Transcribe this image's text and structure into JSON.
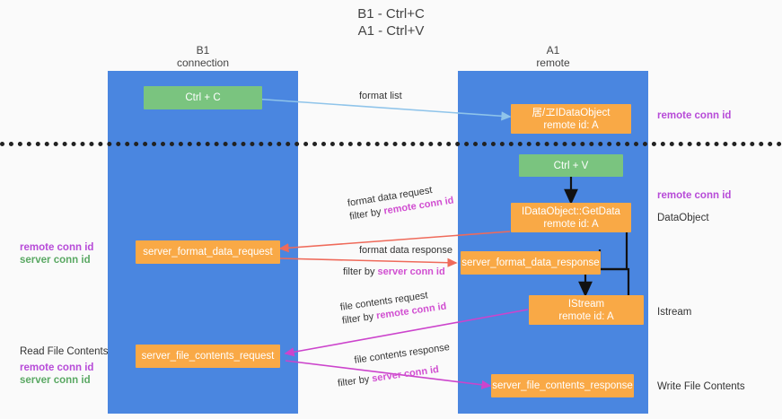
{
  "title": {
    "line1": "B1 - Ctrl+C",
    "line2": "A1 - Ctrl+V"
  },
  "columns": [
    {
      "name": "B1",
      "role": "connection"
    },
    {
      "name": "A1",
      "role": "remote"
    }
  ],
  "nodes": {
    "ctrl_c": "Ctrl + C",
    "ctrl_v": "Ctrl + V",
    "idataobject_l1": "居/ヱIDataObject",
    "idataobject_l2": "remote id: A",
    "getdata_l1": "IDataObject::GetData",
    "getdata_l2": "remote id: A",
    "istream_l1": "IStream",
    "istream_l2": "remote id: A",
    "server_format_data_request": "server_format_data_request",
    "server_format_data_response": "server_format_data_response",
    "server_file_contents_request": "server_file_contents_request",
    "server_file_contents_response": "server_file_contents_response"
  },
  "edges": {
    "format_list": "format list",
    "format_data_request": "format data request",
    "format_data_request_filter_prefix": "filter by ",
    "format_data_request_filter_key": "remote conn id",
    "format_data_response": "format data response",
    "format_data_response_filter_prefix": "filter by ",
    "format_data_response_filter_key": "server conn id",
    "file_contents_request": "file contents request",
    "file_contents_request_filter_prefix": "filter by ",
    "file_contents_request_filter_key": "remote conn id",
    "file_contents_response": "file contents response",
    "file_contents_response_filter_prefix": "filter by ",
    "file_contents_response_filter_key": "server conn id"
  },
  "annotations": {
    "right_remote_conn_id_top": "remote conn id",
    "right_remote_conn_id_mid": "remote conn id",
    "right_dataobject": "DataObject",
    "right_istream": "Istream",
    "right_write_file_contents": "Write File Contents",
    "left_remote_conn_id": "remote conn id",
    "left_server_conn_id": "server conn id",
    "left_read_file_contents": "Read File Contents",
    "left_remote_conn_id_2": "remote conn id",
    "left_server_conn_id_2": "server conn id"
  },
  "colors": {
    "lane": "#4a86e0",
    "green_node": "#7ac47f",
    "orange_node": "#f9a946",
    "purple_text": "#b74bd8",
    "green_text": "#5aa863",
    "arrow_blue": "#8fc4ea",
    "arrow_red": "#ef6a5a",
    "arrow_magenta": "#cc44cc",
    "arrow_black": "#111111"
  }
}
